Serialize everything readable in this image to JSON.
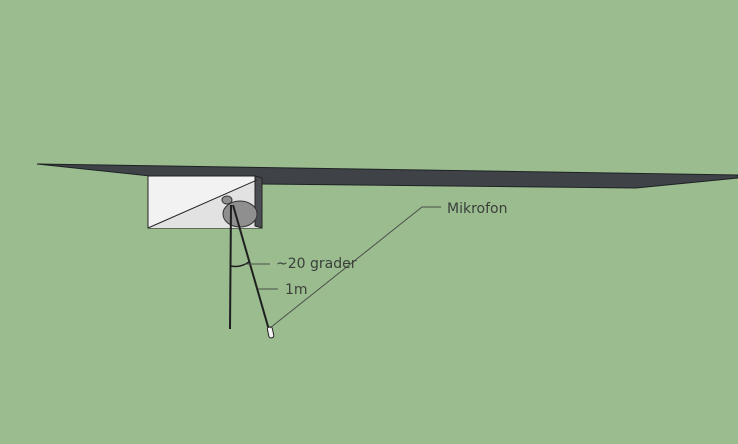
{
  "labels": {
    "microphone": "Mikrofon",
    "angle": "~20 grader",
    "distance": "1m"
  },
  "colors": {
    "background": "#9abc8f",
    "shelf": "#3f4347",
    "box_light": "#f2f2f2",
    "box_mid": "#e2e2e2",
    "box_side": "#4a4e52",
    "speaker": "#8f8f8f",
    "line": "#2b2b2b",
    "leader": "#4a4f4a",
    "text": "#3a3f3a"
  }
}
